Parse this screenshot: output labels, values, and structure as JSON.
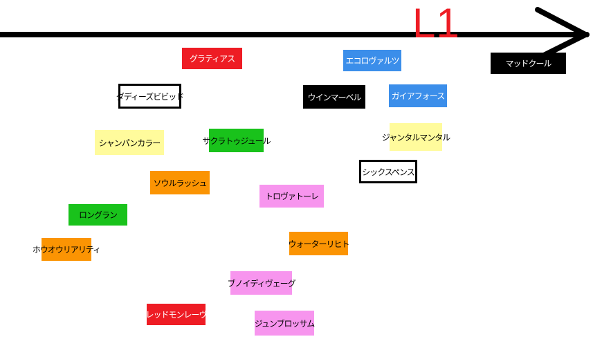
{
  "axis": {
    "label": "L1",
    "label_color": "#ee1c24",
    "line_color": "#000000"
  },
  "palette": {
    "red": "#ee1c24",
    "blue": "#3b8eea",
    "black": "#000000",
    "white": "#ffffff",
    "yellow": "#fffb9c",
    "green": "#19c21b",
    "orange": "#fb9403",
    "pink": "#f795ee"
  },
  "items": [
    {
      "id": "gratias",
      "label": "グラティアス",
      "color": "red"
    },
    {
      "id": "eco-waltz",
      "label": "エコロヴァルツ",
      "color": "blue"
    },
    {
      "id": "mad-cool",
      "label": "マッドクール",
      "color": "black"
    },
    {
      "id": "dirty-vivid",
      "label": "ダディーズビビッド",
      "color": "white"
    },
    {
      "id": "win-marvel",
      "label": "ウインマーベル",
      "color": "black"
    },
    {
      "id": "gaia-force",
      "label": "ガイアフォース",
      "color": "blue"
    },
    {
      "id": "champagne-color",
      "label": "シャンパンカラー",
      "color": "yellow"
    },
    {
      "id": "sakura-tour",
      "label": "サクラトゥジュール",
      "color": "green"
    },
    {
      "id": "jantar-mantar",
      "label": "ジャンタルマンタル",
      "color": "yellow"
    },
    {
      "id": "sixth-sense",
      "label": "シックスペンス",
      "color": "white"
    },
    {
      "id": "soul-rush",
      "label": "ソウルラッシュ",
      "color": "orange"
    },
    {
      "id": "tropf",
      "label": "トロヴァトーレ",
      "color": "pink"
    },
    {
      "id": "long-run",
      "label": "ロングラン",
      "color": "green"
    },
    {
      "id": "hou-quality",
      "label": "ホウオウリアリティ",
      "color": "orange"
    },
    {
      "id": "water-lilith",
      "label": "ウォーターリヒト",
      "color": "orange"
    },
    {
      "id": "bunity",
      "label": "ブノイディヴェーグ",
      "color": "pink"
    },
    {
      "id": "red-mon",
      "label": "レッドモンレーヴ",
      "color": "red"
    },
    {
      "id": "jun-blossom",
      "label": "ジュンブロッサム",
      "color": "pink"
    }
  ]
}
